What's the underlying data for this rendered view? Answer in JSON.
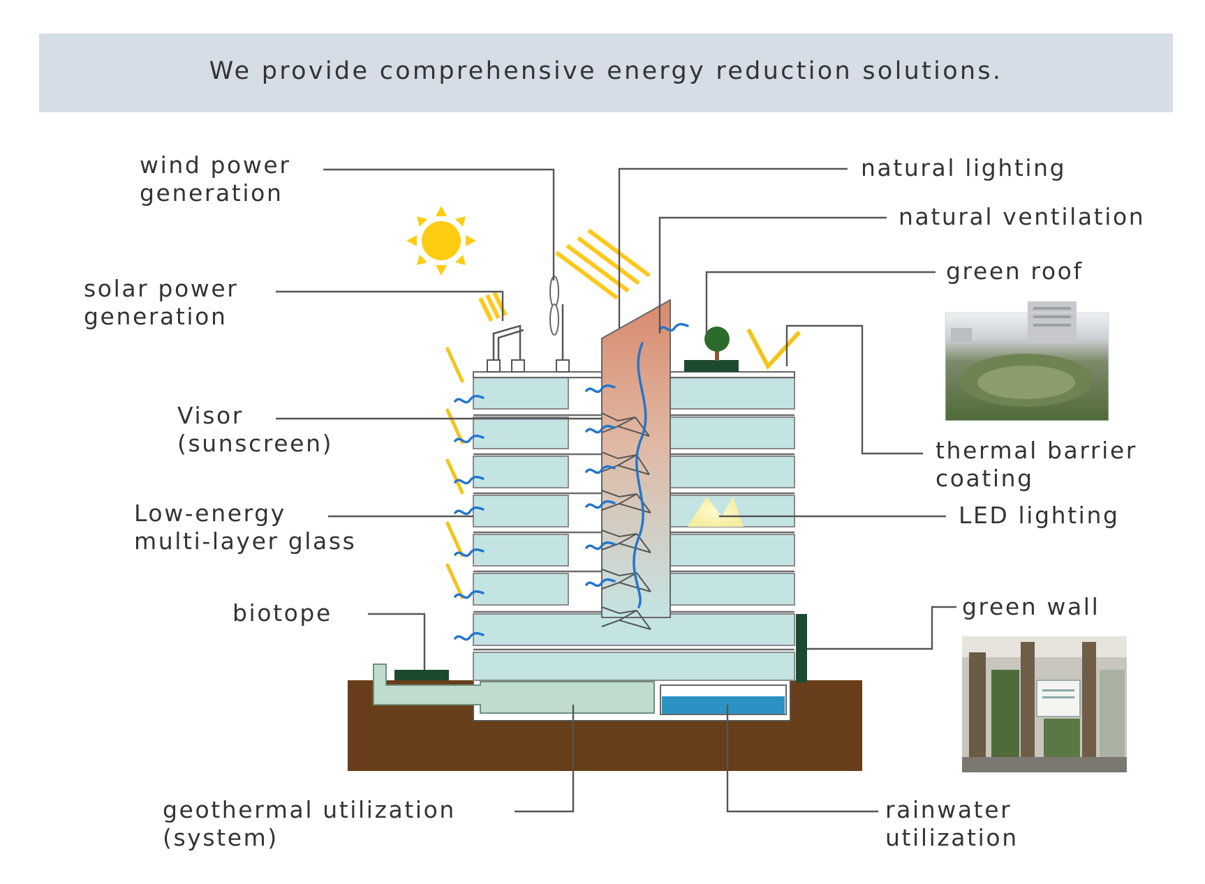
{
  "banner": {
    "title": "We provide comprehensive energy reduction solutions."
  },
  "labels": {
    "wind_power": [
      "wind power",
      "generation"
    ],
    "solar_power": [
      "solar power",
      "generation"
    ],
    "visor": [
      "Visor",
      "(sunscreen)"
    ],
    "low_energy_glass": [
      "Low-energy",
      "multi-layer glass"
    ],
    "biotope": [
      "biotope"
    ],
    "geothermal": [
      "geothermal utilization",
      "(system)"
    ],
    "natural_lighting": [
      "natural lighting"
    ],
    "natural_ventilation": [
      "natural ventilation"
    ],
    "green_roof": [
      "green roof"
    ],
    "thermal_barrier": [
      "thermal barrier",
      "coating"
    ],
    "led_lighting": [
      "LED lighting"
    ],
    "green_wall": [
      "green wall"
    ],
    "rainwater": [
      "rainwater",
      "utilization"
    ]
  },
  "colors": {
    "banner_bg": "#d6dde6",
    "glass": "#c4e4e4",
    "soil": "#673e19",
    "shaft_top": "#d98a6d",
    "shaft_bottom": "#c4e4e4",
    "sun": "#ffcc11",
    "airflow": "#2476cc",
    "vegetation": "#1b4a2e",
    "rainwater": "#2a93c4",
    "geothermal_pipe": "#bfdccd"
  },
  "photos": [
    "green-roof-photo",
    "green-wall-photo"
  ]
}
